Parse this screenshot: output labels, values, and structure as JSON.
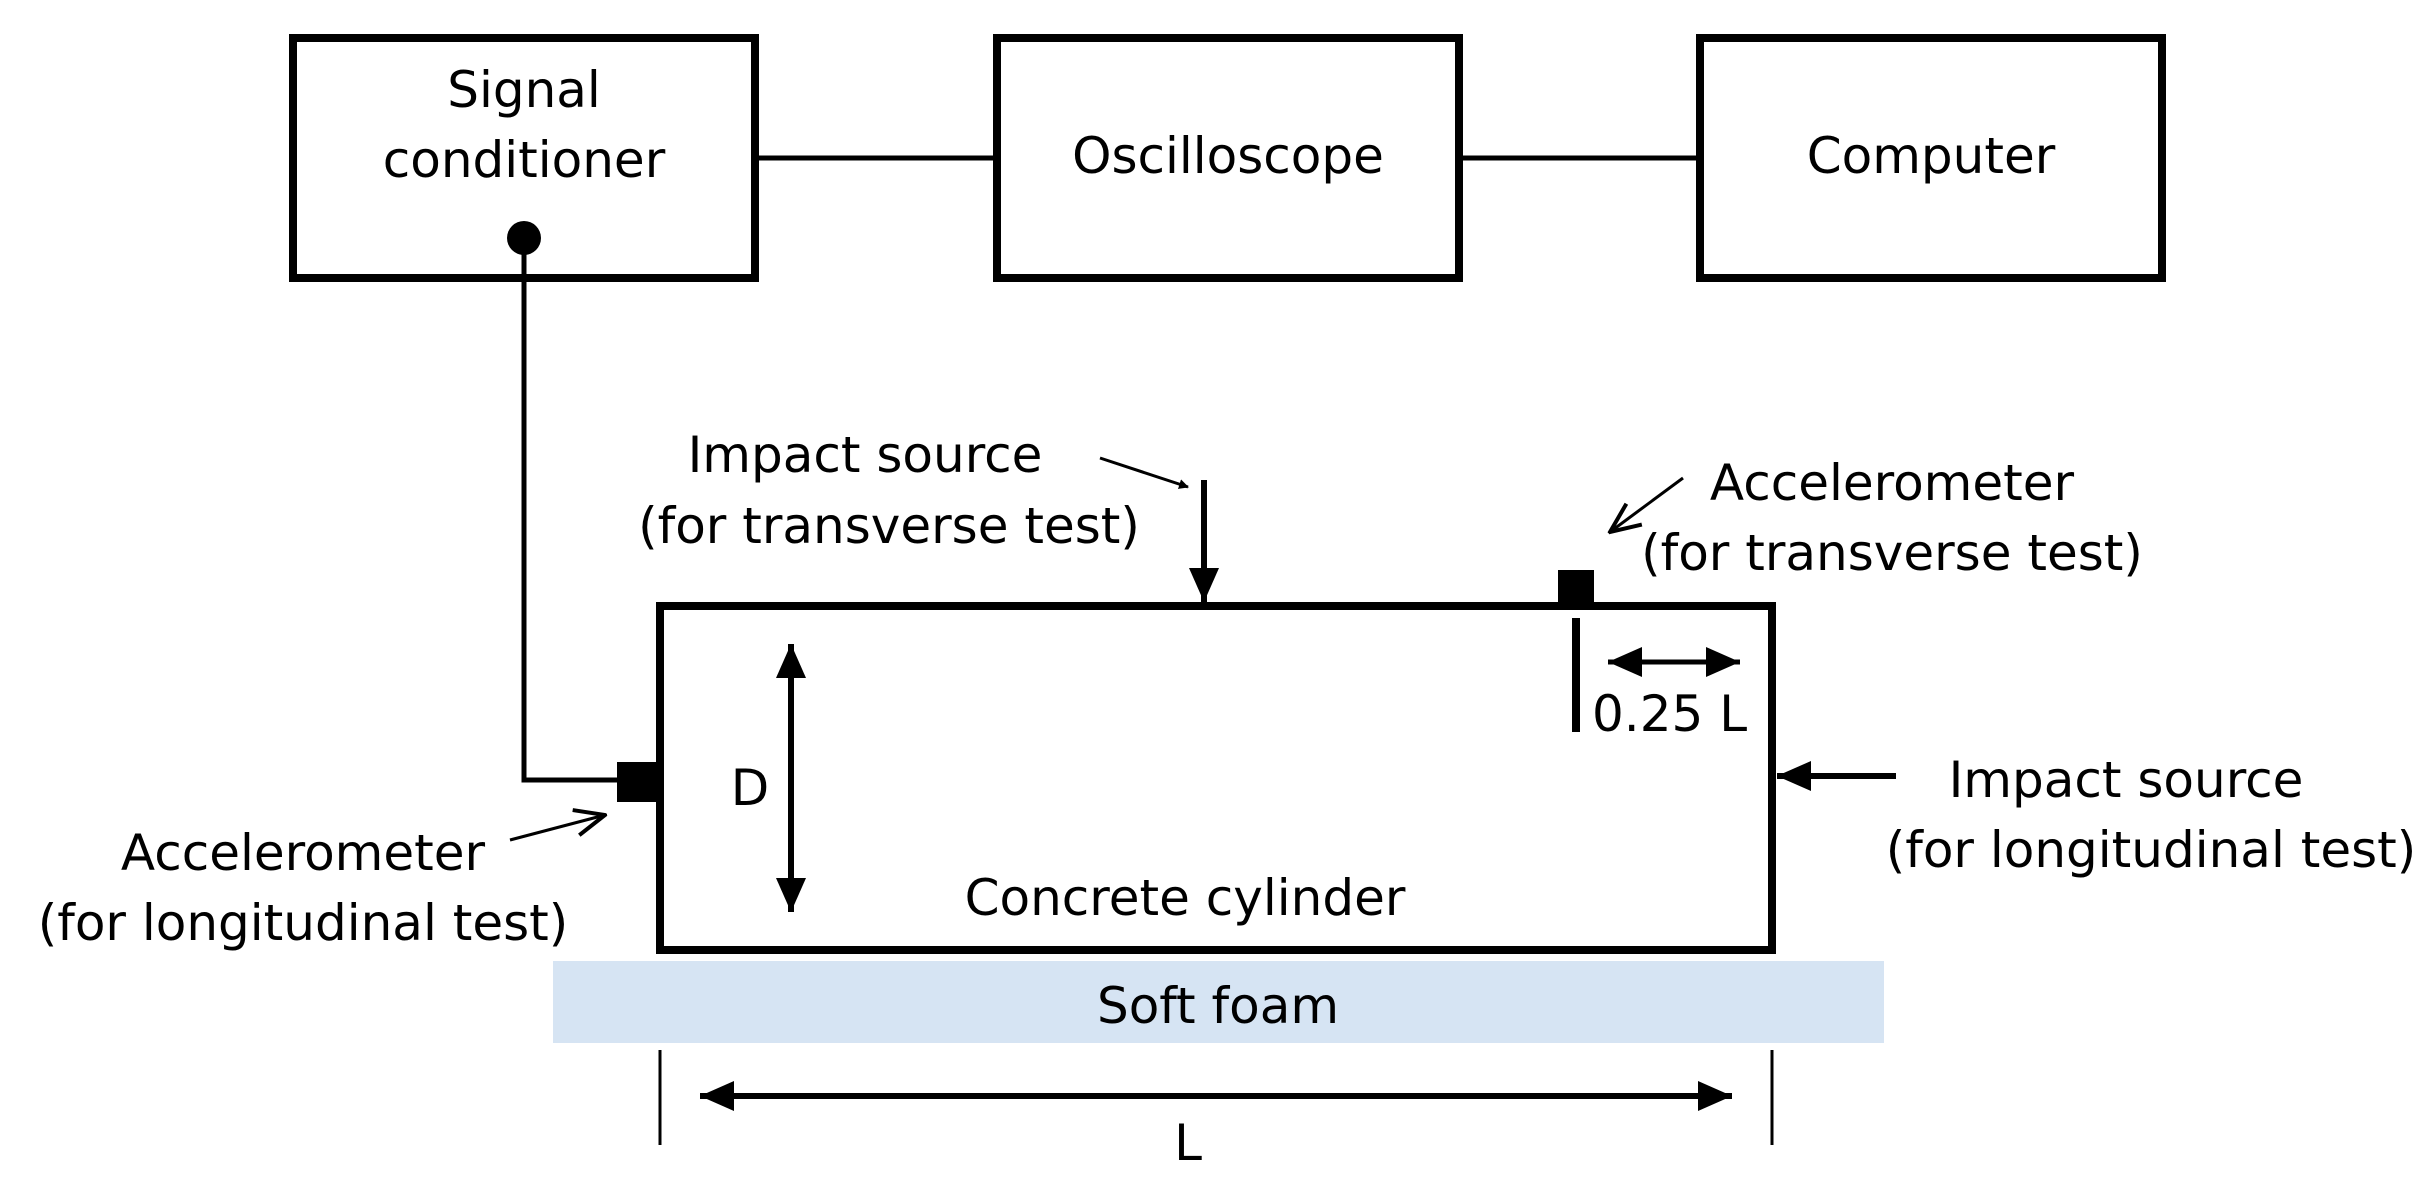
{
  "instruments": {
    "signal_conditioner": {
      "line1": "Signal",
      "line2": "conditioner"
    },
    "oscilloscope": "Oscilloscope",
    "computer": "Computer"
  },
  "specimen": {
    "label": "Concrete cylinder",
    "diameter_label": "D",
    "length_label": "L",
    "offset_label": "0.25  L"
  },
  "support": {
    "label": "Soft foam",
    "color": "#d6e4f3"
  },
  "annotations": {
    "impact_transverse": {
      "line1": "Impact source",
      "line2": "(for transverse test)"
    },
    "accel_transverse": {
      "line1": "Accelerometer",
      "line2": "(for transverse test)"
    },
    "impact_longitudinal": {
      "line1": "Impact source",
      "line2": "(for longitudinal test)"
    },
    "accel_longitudinal": {
      "line1": "Accelerometer",
      "line2": "(for longitudinal test)"
    }
  }
}
